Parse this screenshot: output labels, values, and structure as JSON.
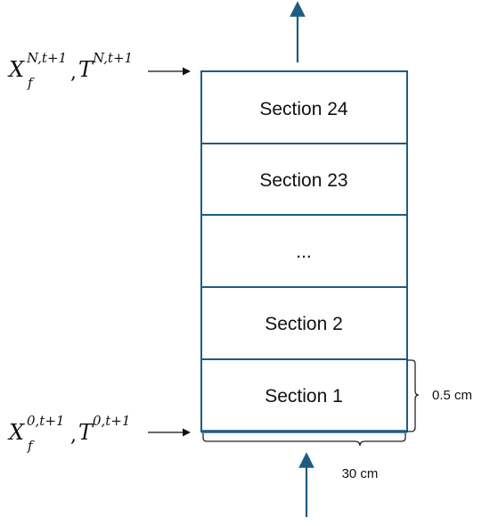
{
  "sections": [
    {
      "label": "Section 24"
    },
    {
      "label": "Section 23"
    },
    {
      "label": "..."
    },
    {
      "label": "Section 2"
    },
    {
      "label": "Section 1"
    }
  ],
  "dimensions": {
    "section_height": "0.5 cm",
    "column_width": "30 cm"
  },
  "inputs": {
    "top": {
      "x_symbol": "X",
      "x_sub": "f",
      "x_sup": "N,t+1",
      "separator": ",",
      "t_symbol": "T",
      "t_sup": "N,t+1"
    },
    "bottom": {
      "x_symbol": "X",
      "x_sub": "f",
      "x_sup": "0,t+1",
      "separator": ",",
      "t_symbol": "T",
      "t_sup": "0,t+1"
    }
  },
  "colors": {
    "column_stroke": "#1f5c82",
    "arrow": "#1f5c82",
    "black_arrow": "#111111",
    "brace": "#222222"
  }
}
